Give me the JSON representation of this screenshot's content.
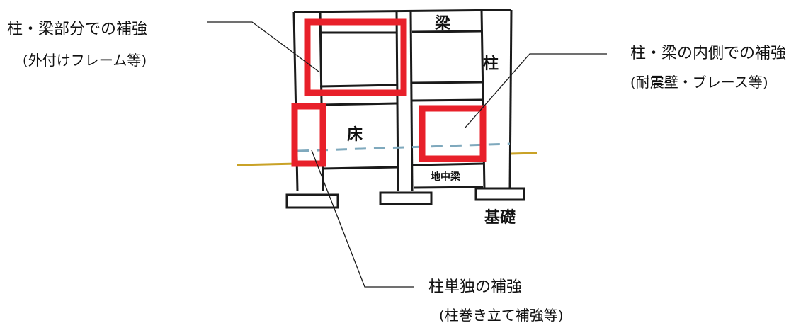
{
  "callouts": {
    "top_left": {
      "title": "柱・梁部分での補強",
      "subtitle": "(外付けフレーム等)"
    },
    "right": {
      "title": "柱・梁の内側での補強",
      "subtitle": "(耐震壁・ブレース等)"
    },
    "bottom": {
      "title": "柱単独の補強",
      "subtitle": "(柱巻き立て補強等)"
    }
  },
  "structure_labels": {
    "beam": "梁",
    "column": "柱",
    "floor": "床",
    "ground_beam": "地中梁",
    "foundation": "基礎"
  },
  "colors": {
    "frame": "#1a1a1a",
    "reinforcement": "#e8202a",
    "ground_line": "#c9a227",
    "water_line": "#7fa9bd"
  }
}
